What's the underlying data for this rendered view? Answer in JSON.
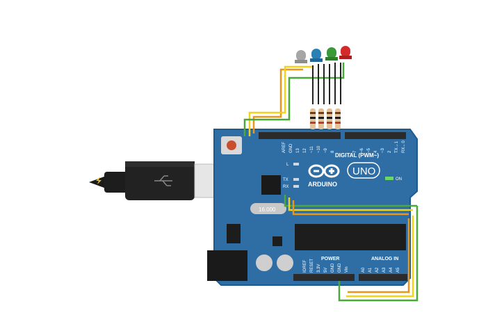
{
  "board": {
    "brand": "ARDUINO",
    "model": "UNO",
    "digital_header_label": "DIGITAL (PWM~)",
    "power_header_label": "POWER",
    "analog_header_label": "ANALOG IN",
    "on_label": "ON",
    "l_label": "L",
    "tx_label": "TX",
    "rx_label": "RX",
    "digital_pins_left": [
      "AREF",
      "GND",
      "13",
      "12",
      "~11",
      "~10",
      "~9",
      "8"
    ],
    "digital_pins_right": [
      "7",
      "~6",
      "~5",
      "4",
      "~3",
      "2",
      "TX→1",
      "RX←0"
    ],
    "power_pins": [
      "IOREF",
      "RESET",
      "3.3V",
      "5V",
      "GND",
      "GND",
      "Vin"
    ],
    "analog_pins": [
      "A0",
      "A1",
      "A2",
      "A3",
      "A4",
      "A5"
    ],
    "crystal_label": "16.000"
  },
  "colors": {
    "board": "#2f6ea5",
    "board_edge": "#1f5a8c",
    "header": "#2b2b2b",
    "wire_orange": "#e8961c",
    "wire_yellow": "#f2d21b",
    "wire_green": "#4aa83a",
    "wire_black": "#222222",
    "led_gray": "#a6a6a6",
    "led_blue": "#2a7fb5",
    "led_green": "#3a9a3a",
    "led_red": "#d42a2a"
  },
  "components": {
    "leds": [
      "gray-led",
      "blue-led",
      "green-led",
      "red-led"
    ],
    "resistors": 4,
    "usb_cable": "usb-b-cable-icon"
  }
}
